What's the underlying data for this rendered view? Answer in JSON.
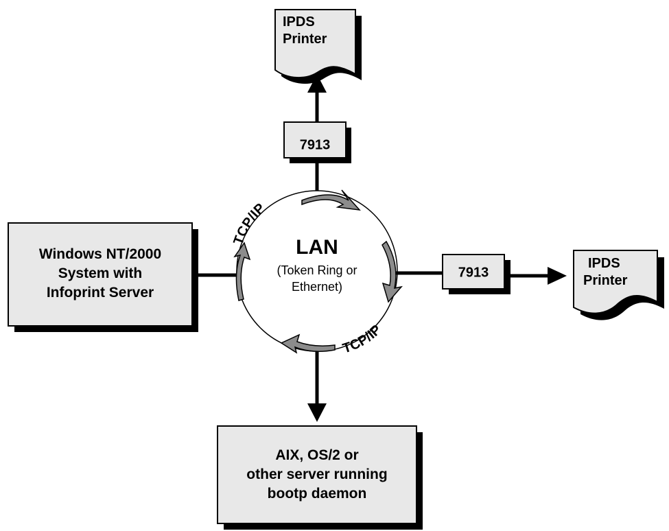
{
  "printer_top": {
    "line1": "IPDS",
    "line2": "Printer"
  },
  "printer_right": {
    "line1": "IPDS",
    "line2": "Printer"
  },
  "box_7913_top": {
    "label": "7913"
  },
  "box_7913_right": {
    "label": "7913"
  },
  "windows_box": {
    "line1": "Windows NT/2000",
    "line2": "System with",
    "line3": "Infoprint Server"
  },
  "aix_box": {
    "line1": "AIX, OS/2 or",
    "line2": "other server running",
    "line3": "bootp daemon"
  },
  "lan": {
    "title": "LAN",
    "line1": "(Token Ring or",
    "line2": "Ethernet)",
    "protocol_top": "TCP/IP",
    "protocol_bottom": "TCP/IP"
  },
  "colors": {
    "box_fill": "#e8e8e8",
    "arrow_fill": "#8c8c8c",
    "shadow": "#000000"
  }
}
